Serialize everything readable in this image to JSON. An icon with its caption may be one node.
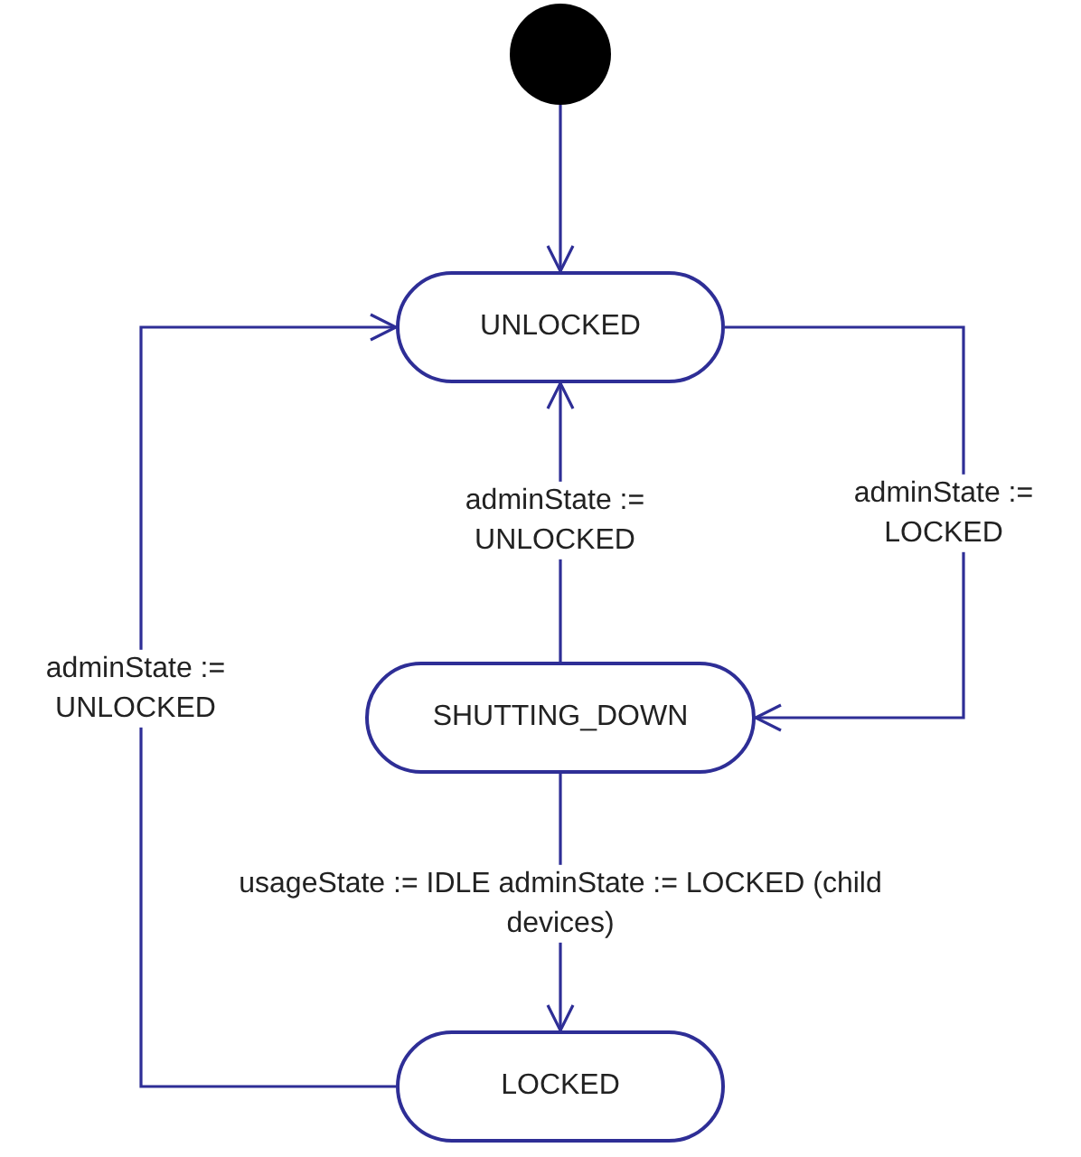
{
  "diagram": {
    "nodes": [
      {
        "text": [],
        "shape": "circle"
      },
      {
        "text": [
          "UNLOCKED"
        ]
      },
      {
        "text": [
          "SHUTTING_DOWN"
        ]
      },
      {
        "text": [
          "LOCKED"
        ]
      }
    ],
    "edges": [
      {
        "from": 0,
        "to": 1,
        "arrow": "to"
      },
      {
        "from": 1,
        "to": 2,
        "arrow": "to",
        "label": "adminState := LOCKED"
      },
      {
        "from": 2,
        "to": 1,
        "arrow": "to",
        "label": "adminState := UNLOCKED"
      },
      {
        "from": 2,
        "to": 3,
        "arrow": "to",
        "label": "usageState := IDLE adminState := LOCKED (child devices)"
      },
      {
        "from": 3,
        "to": 1,
        "arrow": "to",
        "label": "adminState := UNLOCKED"
      }
    ]
  }
}
